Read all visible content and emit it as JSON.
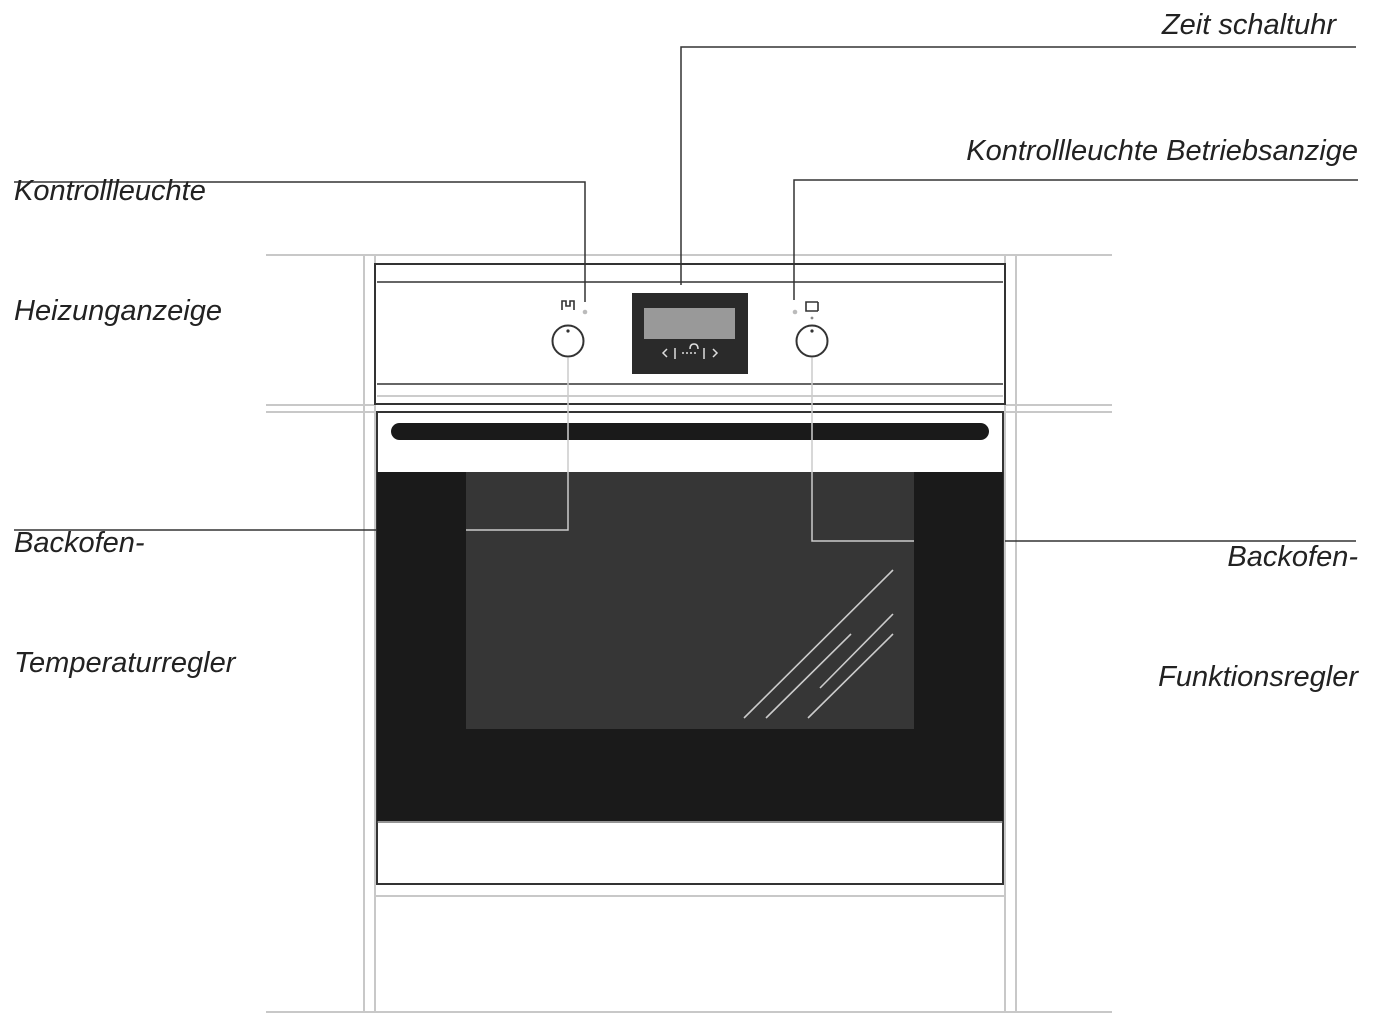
{
  "labels": {
    "zeit_schaltuhr": "Zeit schaltuhr",
    "heizung_line1": "Kontrollleuchte",
    "heizung_line2": "Heizunganzeige",
    "betrieb": "Kontrollleuchte Betriebsanzige",
    "temp_line1": "Backofen-",
    "temp_line2": "Temperaturregler",
    "funk_line1": "Backofen-",
    "funk_line2": "Funktionsregler"
  },
  "colors": {
    "line": "#333333",
    "cabinet": "#c8c8c8",
    "door_dark": "#1a1a1a",
    "window": "#363636",
    "display_panel": "#2a2a2a",
    "lcd": "#999999"
  },
  "icons": {
    "left_indicator": "heating-element-icon",
    "right_indicator": "mode-indicator-icon"
  }
}
